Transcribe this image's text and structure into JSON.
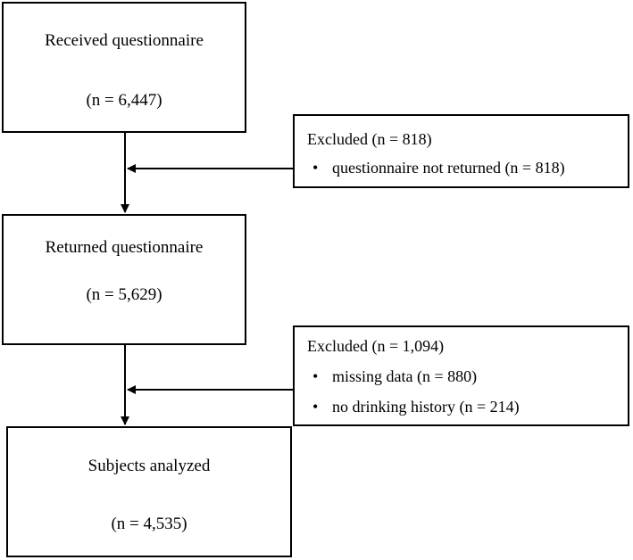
{
  "flow": {
    "received": {
      "title": "Received questionnaire",
      "count": "(n = 6,447)"
    },
    "returned": {
      "title": "Returned questionnaire",
      "count": "(n = 5,629)"
    },
    "analyzed": {
      "title": "Subjects analyzed",
      "count": "(n = 4,535)"
    }
  },
  "exclusions": {
    "first": {
      "heading": "Excluded (n = 818)",
      "reasons": [
        {
          "bullet": "•",
          "text": "questionnaire not returned (n = 818)"
        }
      ]
    },
    "second": {
      "heading": "Excluded (n = 1,094)",
      "reasons": [
        {
          "bullet": "•",
          "text": "missing data (n = 880)"
        },
        {
          "bullet": "•",
          "text": "no drinking history (n = 214)"
        }
      ]
    }
  }
}
